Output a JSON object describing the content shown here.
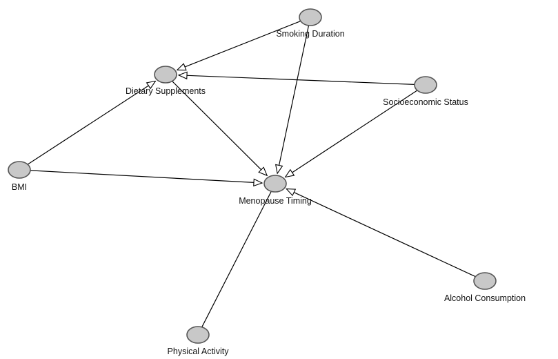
{
  "diagram": {
    "nodes": [
      {
        "id": "smoking",
        "label": "Smoking Duration"
      },
      {
        "id": "dietary",
        "label": "Dietary Supplements"
      },
      {
        "id": "ses",
        "label": "Socioeconomic Status"
      },
      {
        "id": "bmi",
        "label": "BMI"
      },
      {
        "id": "menopause",
        "label": "Menopause Timing"
      },
      {
        "id": "alcohol",
        "label": "Alcohol Consumption"
      },
      {
        "id": "physical",
        "label": "Physical Activity"
      }
    ],
    "edges": [
      {
        "from": "smoking",
        "to": "dietary",
        "arrow": true
      },
      {
        "from": "smoking",
        "to": "menopause",
        "arrow": true
      },
      {
        "from": "ses",
        "to": "dietary",
        "arrow": true
      },
      {
        "from": "ses",
        "to": "menopause",
        "arrow": true
      },
      {
        "from": "bmi",
        "to": "dietary",
        "arrow": true
      },
      {
        "from": "bmi",
        "to": "menopause",
        "arrow": true
      },
      {
        "from": "dietary",
        "to": "menopause",
        "arrow": true
      },
      {
        "from": "alcohol",
        "to": "menopause",
        "arrow": true
      },
      {
        "from": "physical",
        "to": "menopause",
        "arrow": false
      }
    ],
    "colors": {
      "node_fill": "#c8c8c8",
      "node_stroke": "#555555",
      "edge": "#000000"
    }
  }
}
